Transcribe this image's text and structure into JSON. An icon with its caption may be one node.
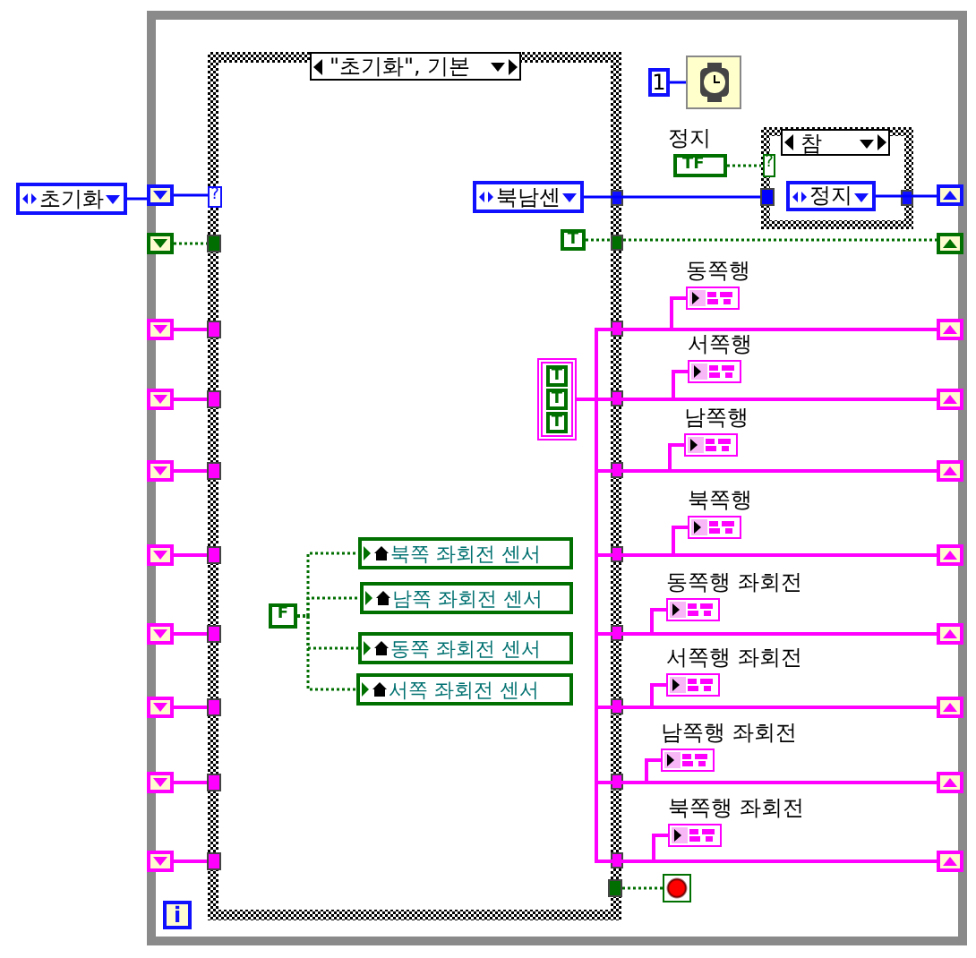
{
  "diagram": {
    "nodes": [
      {
        "text": [],
        "shape": "box"
      },
      {
        "text": [
          "\"초기화\", 기본"
        ],
        "in": 0
      },
      {
        "text": [
          "초기화"
        ]
      },
      {
        "text": [
          "북남센"
        ],
        "in": 1
      },
      {
        "text": [
          "1"
        ],
        "in": 0
      },
      {
        "text": [],
        "shape": "box",
        "in": 0
      },
      {
        "text": [
          "정지",
          "TF"
        ],
        "in": 0
      },
      {
        "text": [
          "참"
        ],
        "in": 0
      },
      {
        "text": [
          "정지"
        ],
        "in": 7
      },
      {
        "text": [
          "T"
        ],
        "in": 1
      },
      {
        "text": [
          "F"
        ],
        "in": 1
      },
      {
        "text": [
          "북쪽 좌회전 센서"
        ],
        "in": 1
      },
      {
        "text": [
          "남쪽 좌회전 센서"
        ],
        "in": 1
      },
      {
        "text": [
          "동쪽 좌회전 센서"
        ],
        "in": 1
      },
      {
        "text": [
          "서쪽 좌회전 센서"
        ],
        "in": 1
      },
      {
        "text": [
          "T",
          "T",
          "T"
        ],
        "in": 1
      },
      {
        "text": [
          "동쪽행"
        ],
        "in": 0
      },
      {
        "text": [
          "서쪽행"
        ],
        "in": 0
      },
      {
        "text": [
          "남쪽행"
        ],
        "in": 0
      },
      {
        "text": [
          "북쪽행"
        ],
        "in": 0
      },
      {
        "text": [
          "동쪽행 좌회전"
        ],
        "in": 0
      },
      {
        "text": [
          "서쪽행 좌회전"
        ],
        "in": 0
      },
      {
        "text": [
          "남쪽행 좌회전"
        ],
        "in": 0
      },
      {
        "text": [
          "북쪽행 좌회전"
        ],
        "in": 0
      },
      {
        "text": [],
        "shape": "circle",
        "in": 0
      },
      {
        "text": [
          "i"
        ],
        "in": 0
      },
      {
        "text": [],
        "shape": "box",
        "in": 0
      },
      {
        "text": [],
        "shape": "box",
        "in": 0
      },
      {
        "text": [],
        "shape": "box",
        "in": 0
      },
      {
        "text": [],
        "shape": "box",
        "in": 0
      },
      {
        "text": [],
        "shape": "box",
        "in": 0
      },
      {
        "text": [],
        "shape": "box",
        "in": 0
      },
      {
        "text": [],
        "shape": "box",
        "in": 0
      },
      {
        "text": [],
        "shape": "box",
        "in": 0
      },
      {
        "text": [],
        "shape": "box",
        "in": 0
      },
      {
        "text": [],
        "shape": "box",
        "in": 0
      },
      {
        "text": [],
        "shape": "box",
        "in": 0
      },
      {
        "text": [],
        "shape": "box",
        "in": 0
      },
      {
        "text": [],
        "shape": "box",
        "in": 0
      },
      {
        "text": [],
        "shape": "box",
        "in": 0
      },
      {
        "text": [],
        "shape": "box",
        "in": 0
      },
      {
        "text": [],
        "shape": "box",
        "in": 0
      },
      {
        "text": [],
        "shape": "box",
        "in": 0
      },
      {
        "text": [],
        "shape": "box",
        "in": 0
      },
      {
        "text": [],
        "shape": "box",
        "in": 0
      },
      {
        "text": [],
        "shape": "box",
        "in": 0
      }
    ],
    "edges": [
      {
        "from": 2,
        "to": 26,
        "arrow": "none",
        "color": "#0000ff"
      },
      {
        "from": 26,
        "to": 1,
        "arrow": "none",
        "color": "#0000ff"
      },
      {
        "from": 27,
        "to": 1,
        "arrow": "other",
        "style": "dashed",
        "color": "#006e00"
      },
      {
        "from": 28,
        "to": 1,
        "arrow": "other"
      },
      {
        "from": 29,
        "to": 1,
        "arrow": "other"
      },
      {
        "from": 30,
        "to": 1,
        "arrow": "other"
      },
      {
        "from": 31,
        "to": 1,
        "arrow": "other"
      },
      {
        "from": 32,
        "to": 1,
        "arrow": "other"
      },
      {
        "from": 33,
        "to": 1,
        "arrow": "other"
      },
      {
        "from": 34,
        "to": 1,
        "arrow": "other"
      },
      {
        "from": 35,
        "to": 1,
        "arrow": "other"
      },
      {
        "from": 3,
        "to": 7,
        "arrow": "other",
        "color": "#0000ff"
      },
      {
        "from": 6,
        "to": 7,
        "arrow": "none",
        "style": "dashed",
        "color": "#006e00"
      },
      {
        "from": 8,
        "to": 36,
        "arrow": "none",
        "color": "#0000ff"
      },
      {
        "from": 9,
        "to": 37,
        "arrow": "none",
        "style": "dashed",
        "color": "#006e00"
      },
      {
        "from": 4,
        "to": 5,
        "arrow": "none",
        "color": "#0000ff"
      },
      {
        "from": 10,
        "to": 11,
        "arrow": "none",
        "style": "dashed",
        "color": "#006e00"
      },
      {
        "from": 10,
        "to": 12,
        "arrow": "none",
        "style": "dashed",
        "color": "#006e00"
      },
      {
        "from": 10,
        "to": 13,
        "arrow": "none",
        "style": "dashed",
        "color": "#006e00"
      },
      {
        "from": 10,
        "to": 14,
        "arrow": "none",
        "style": "dashed",
        "color": "#006e00"
      },
      {
        "from": 15,
        "to": 38,
        "arrow": "none"
      },
      {
        "from": 15,
        "to": 39,
        "arrow": "none"
      },
      {
        "from": 15,
        "to": 40,
        "arrow": "none"
      },
      {
        "from": 15,
        "to": 41,
        "arrow": "none"
      },
      {
        "from": 15,
        "to": 42,
        "arrow": "none"
      },
      {
        "from": 15,
        "to": 43,
        "arrow": "none"
      },
      {
        "from": 15,
        "to": 44,
        "arrow": "none"
      },
      {
        "from": 15,
        "to": 45,
        "arrow": "none"
      },
      {
        "from": 16,
        "to": 38,
        "arrow": "none"
      },
      {
        "from": 17,
        "to": 39,
        "arrow": "none"
      },
      {
        "from": 18,
        "to": 40,
        "arrow": "none"
      },
      {
        "from": 19,
        "to": 41,
        "arrow": "none"
      },
      {
        "from": 20,
        "to": 42,
        "arrow": "none"
      },
      {
        "from": 21,
        "to": 43,
        "arrow": "none"
      },
      {
        "from": 22,
        "to": 44,
        "arrow": "none"
      },
      {
        "from": 23,
        "to": 45,
        "arrow": "none"
      },
      {
        "from": 24,
        "to": 1,
        "arrow": "other",
        "style": "dashed",
        "color": "#006e00"
      }
    ],
    "labels": [
      "?",
      "?"
    ]
  }
}
